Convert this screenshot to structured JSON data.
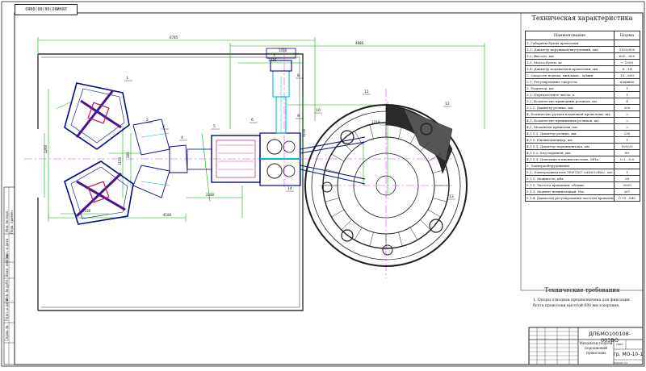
{
  "stamp": "ОЯ00(00(00(ОЯИНЯЛ",
  "spec": {
    "title": "Техническая характеристика",
    "headers": [
      "Наименование",
      "Норма"
    ],
    "rows": [
      [
        "1. Габариты бухты проволоки",
        ""
      ],
      [
        "1.1. Диаметр наружный/внутренний, мм",
        "1150/600"
      ],
      [
        "1.2. Высота, мм",
        "600...800"
      ],
      [
        "1.3. Масса бухты, кг",
        "~ 1000"
      ],
      [
        "1.4. Диаметр подаваемой проволоки, мм",
        "8...14"
      ],
      [
        "2. Скорость подачи, мин/макс., м/мин",
        "15...800"
      ],
      [
        "2.1. Регулирование скорости",
        "плавное"
      ],
      [
        "3. Редуктор, шт.",
        "1"
      ],
      [
        "3.1. Передаточное число, u",
        "1"
      ],
      [
        "3.2. Количество приводных роликов, шт.",
        "4"
      ],
      [
        "3.2.1. Диаметр ролика, мм",
        "200"
      ],
      [
        "4. Количество ручьев подающей проволоки, шт.",
        "2"
      ],
      [
        "4.1. Количество прижимных роликов, шт.",
        "2"
      ],
      [
        "4.1. Механизм прижатия, шт.",
        "2"
      ],
      [
        "4.1.1.2. Диаметр ролика, мм",
        "230"
      ],
      [
        "4.1.2. Пневмоцилиндр, шт.",
        "1"
      ],
      [
        "4.1.2.1. Диаметр поршня/штока, мм",
        "100/25"
      ],
      [
        "4.1.2.2. Ход поршней, мм",
        "80"
      ],
      [
        "4.1.2.3. Давление в пневмосистеме, МПа",
        "0.1...0.6"
      ],
      [
        "5. Электрооборудование",
        ""
      ],
      [
        "5.1. Электродвигатель 1PH7167-2AD00-0BA2, шт.",
        "1"
      ],
      [
        "5.1.1. Мощность, кВт",
        "28"
      ],
      [
        "5.1.2. Частота вращения, об/мин.",
        "3000"
      ],
      [
        "5.1.3. Момент номинальный, Нм",
        "267"
      ],
      [
        "5.1.4. Диапазон регулирования частоты вращения, об/мин.",
        "0.95...640"
      ]
    ]
  },
  "requirements": {
    "title": "Технические требования",
    "text": "1. Опоры отводная предназначена для фиксации бухта проволоки высотой 600 мм в корзине."
  },
  "title_block": {
    "code": "ДПБМО100108-003ВО",
    "name": "Механизм подачи порошковой проволоки",
    "sheet": "Лист",
    "group": "гр. МО-10-1",
    "format": "Формат А1"
  },
  "side_labels": [
    "Инв. № подл.",
    "Подп. и дата",
    "Взам. инв. №",
    "Инв. № дубл.",
    "Подп. и дата",
    "Справ. №",
    "Перв. примен."
  ],
  "dims": [
    "6785",
    "4880",
    "1010",
    "2036",
    "4180",
    "2030",
    "1260",
    "1150",
    "385",
    "3100",
    "1210",
    "2280"
  ],
  "callouts": [
    "1",
    "2",
    "3",
    "4",
    "5",
    "6",
    "7",
    "8",
    "9",
    "10",
    "11",
    "12",
    "13",
    "14"
  ],
  "colors": {
    "outline": "#333333",
    "dimension": "#00b400",
    "part": "#000a8c",
    "accent": "#00bcd4",
    "centerline": "#e040fb",
    "pipe": "#4a148c",
    "wheel": "#1e1e1e"
  }
}
